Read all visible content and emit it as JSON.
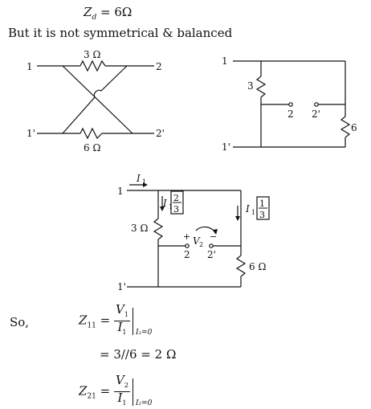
{
  "header": {
    "zd_label": "Z",
    "zd_sub": "d",
    "zd_value": "= 6Ω",
    "statement": "But it is not symmetrical & balanced"
  },
  "lattice": {
    "port_1": "1",
    "port_2": "2",
    "port_1p": "1'",
    "port_2p": "2'",
    "r_top": "3 Ω",
    "r_bottom": "6 Ω"
  },
  "equiv": {
    "port_1": "1",
    "port_1p": "1'",
    "r_series": "3",
    "r_shunt": "6",
    "term_2": "2",
    "term_2p": "2'"
  },
  "analysis": {
    "port_1": "1",
    "port_1p": "1'",
    "current_i1": "I",
    "current_i1_sub": "1",
    "left_branch_num": "2",
    "left_branch_den": "3",
    "right_branch_num": "1",
    "right_branch_den": "3",
    "r_left": "3 Ω",
    "r_right": "6 Ω",
    "v2": "V",
    "v2_sub": "2",
    "plus": "+",
    "minus": "−",
    "term_2": "2",
    "term_2p": "2'"
  },
  "solution": {
    "so_label": "So,",
    "z11": "Z",
    "z11_sub": "11",
    "eq": "=",
    "v1": "V",
    "v1_sub": "1",
    "i1": "I",
    "i1_sub": "1",
    "cond1": "I₂=0",
    "line2": "= 3//6 = 2 Ω",
    "z21": "Z",
    "z21_sub": "21",
    "v2": "V",
    "v2_sub": "2",
    "i1b": "I",
    "i1b_sub": "1",
    "cond2": "I₂=0"
  }
}
